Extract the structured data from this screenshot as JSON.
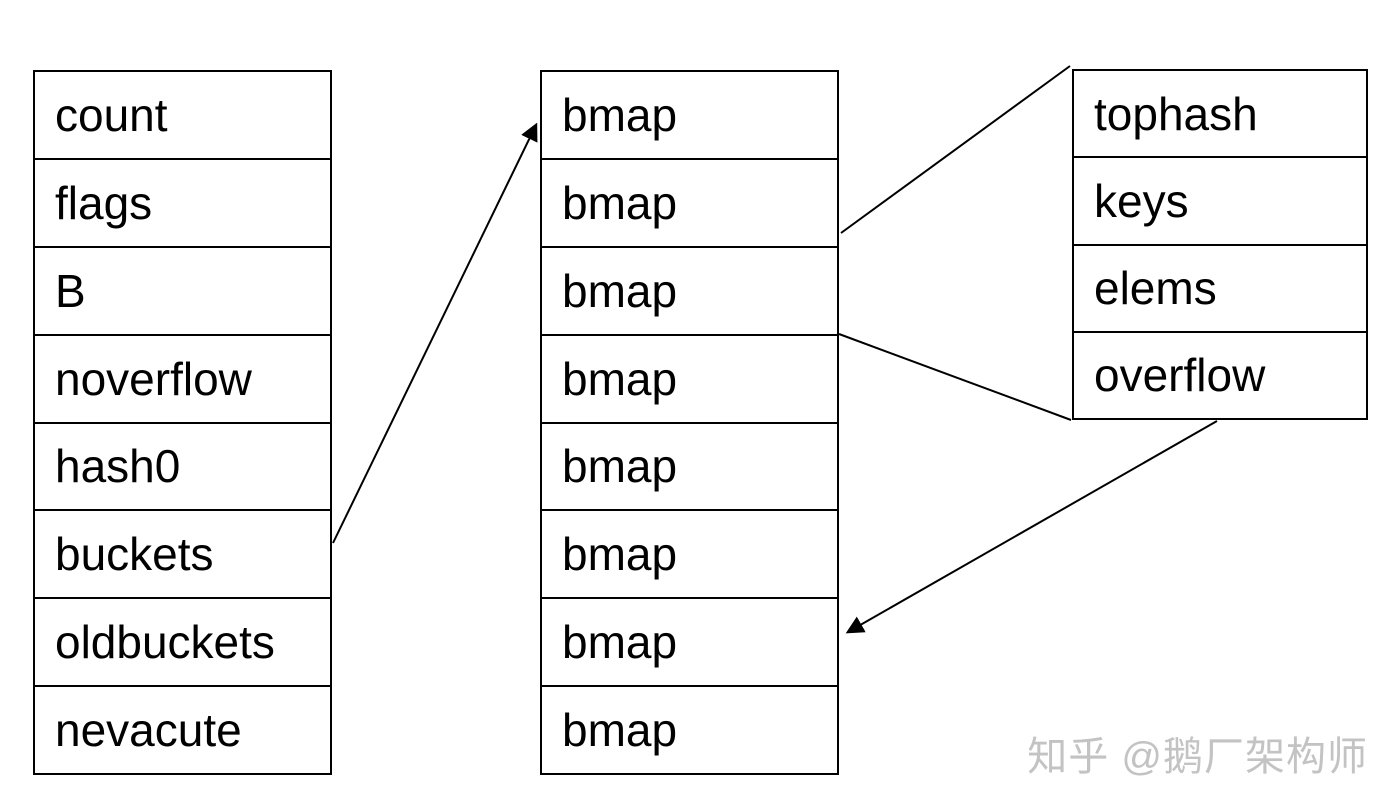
{
  "tables": {
    "hmap": {
      "rows": [
        "count",
        "flags",
        "B",
        "noverflow",
        "hash0",
        "buckets",
        "oldbuckets",
        "nevacute"
      ]
    },
    "bucket_array": {
      "rows": [
        "bmap",
        "bmap",
        "bmap",
        "bmap",
        "bmap",
        "bmap",
        "bmap",
        "bmap"
      ]
    },
    "bmap_struct": {
      "rows": [
        "tophash",
        "keys",
        "elems",
        "overflow"
      ]
    }
  },
  "edges": [
    {
      "from": "hmap.buckets",
      "to": "bucket_array.row_1",
      "arrowhead": true
    },
    {
      "from": "bucket_array.row_3_right_top",
      "to": "bmap_struct.top_left_corner",
      "arrowhead": false
    },
    {
      "from": "bucket_array.row_3_right_bottom",
      "to": "bmap_struct.bottom_left_corner",
      "arrowhead": false
    },
    {
      "from": "bmap_struct.overflow_bottom_edge",
      "to": "bucket_array.row_7",
      "arrowhead": true
    }
  ],
  "watermark": {
    "text": "知乎 @鹅厂架构师",
    "color": "#c3c3c3"
  },
  "colors": {
    "line": "#000000",
    "background": "#ffffff"
  }
}
